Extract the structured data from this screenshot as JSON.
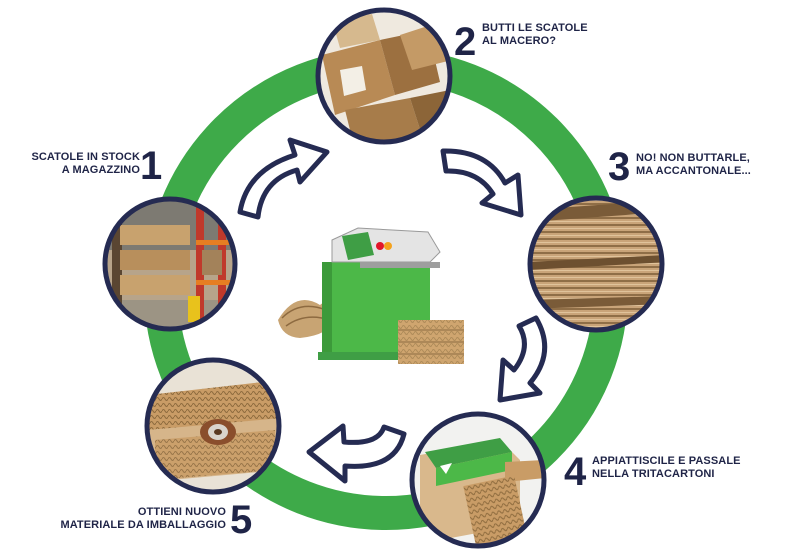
{
  "colors": {
    "ring": "#3eaa49",
    "navy": "#252b52",
    "cardboard": "#c79a63",
    "machine_green": "#4cb848"
  },
  "steps": [
    {
      "number": "1",
      "line1": "SCATOLE IN STOCK",
      "line2": "A MAGAZZINO",
      "photo": "warehouse-shelves"
    },
    {
      "number": "2",
      "line1": "BUTTI LE SCATOLE",
      "line2": "AL MACERO?",
      "photo": "discarded-boxes"
    },
    {
      "number": "3",
      "line1": "NO! NON BUTTARLE,",
      "line2": "MA ACCANTONALE...",
      "photo": "stacked-flat-cardboard"
    },
    {
      "number": "4",
      "line1": "APPIATTISCILE E PASSALE",
      "line2": "NELLA TRITACARTONI",
      "photo": "shredder-output"
    },
    {
      "number": "5",
      "line1": "OTTIENI NUOVO",
      "line2": "MATERIALE DA IMBALLAGGIO",
      "photo": "packing-material"
    }
  ],
  "center": {
    "icon": "cardboard-shredder-machine-icon"
  }
}
